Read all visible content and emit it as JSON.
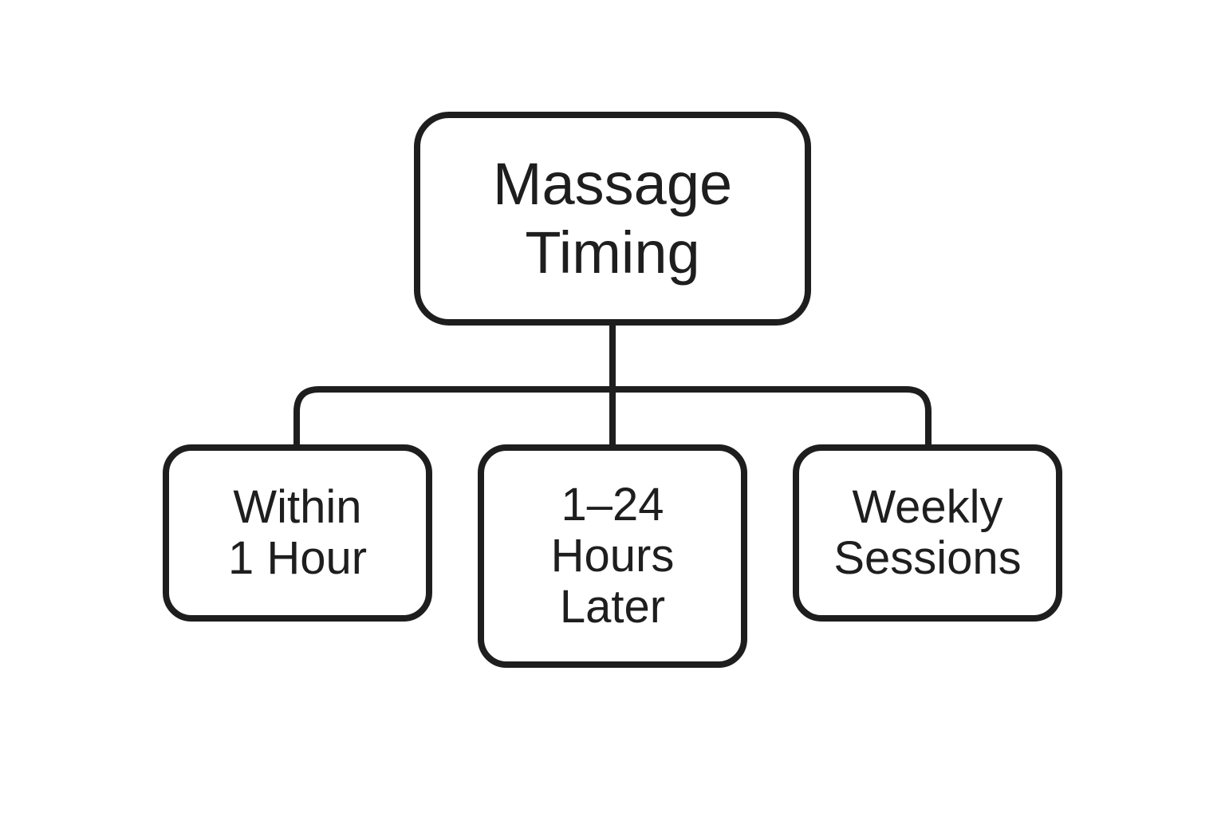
{
  "diagram": {
    "root": {
      "lines": [
        "Massage",
        "Timing"
      ]
    },
    "children": [
      {
        "lines": [
          "Within",
          "1 Hour"
        ]
      },
      {
        "lines": [
          "1–24",
          "Hours",
          "Later"
        ]
      },
      {
        "lines": [
          "Weekly",
          "Sessions"
        ]
      }
    ],
    "colors": {
      "stroke": "#1e1e1e",
      "background": "#ffffff"
    }
  }
}
